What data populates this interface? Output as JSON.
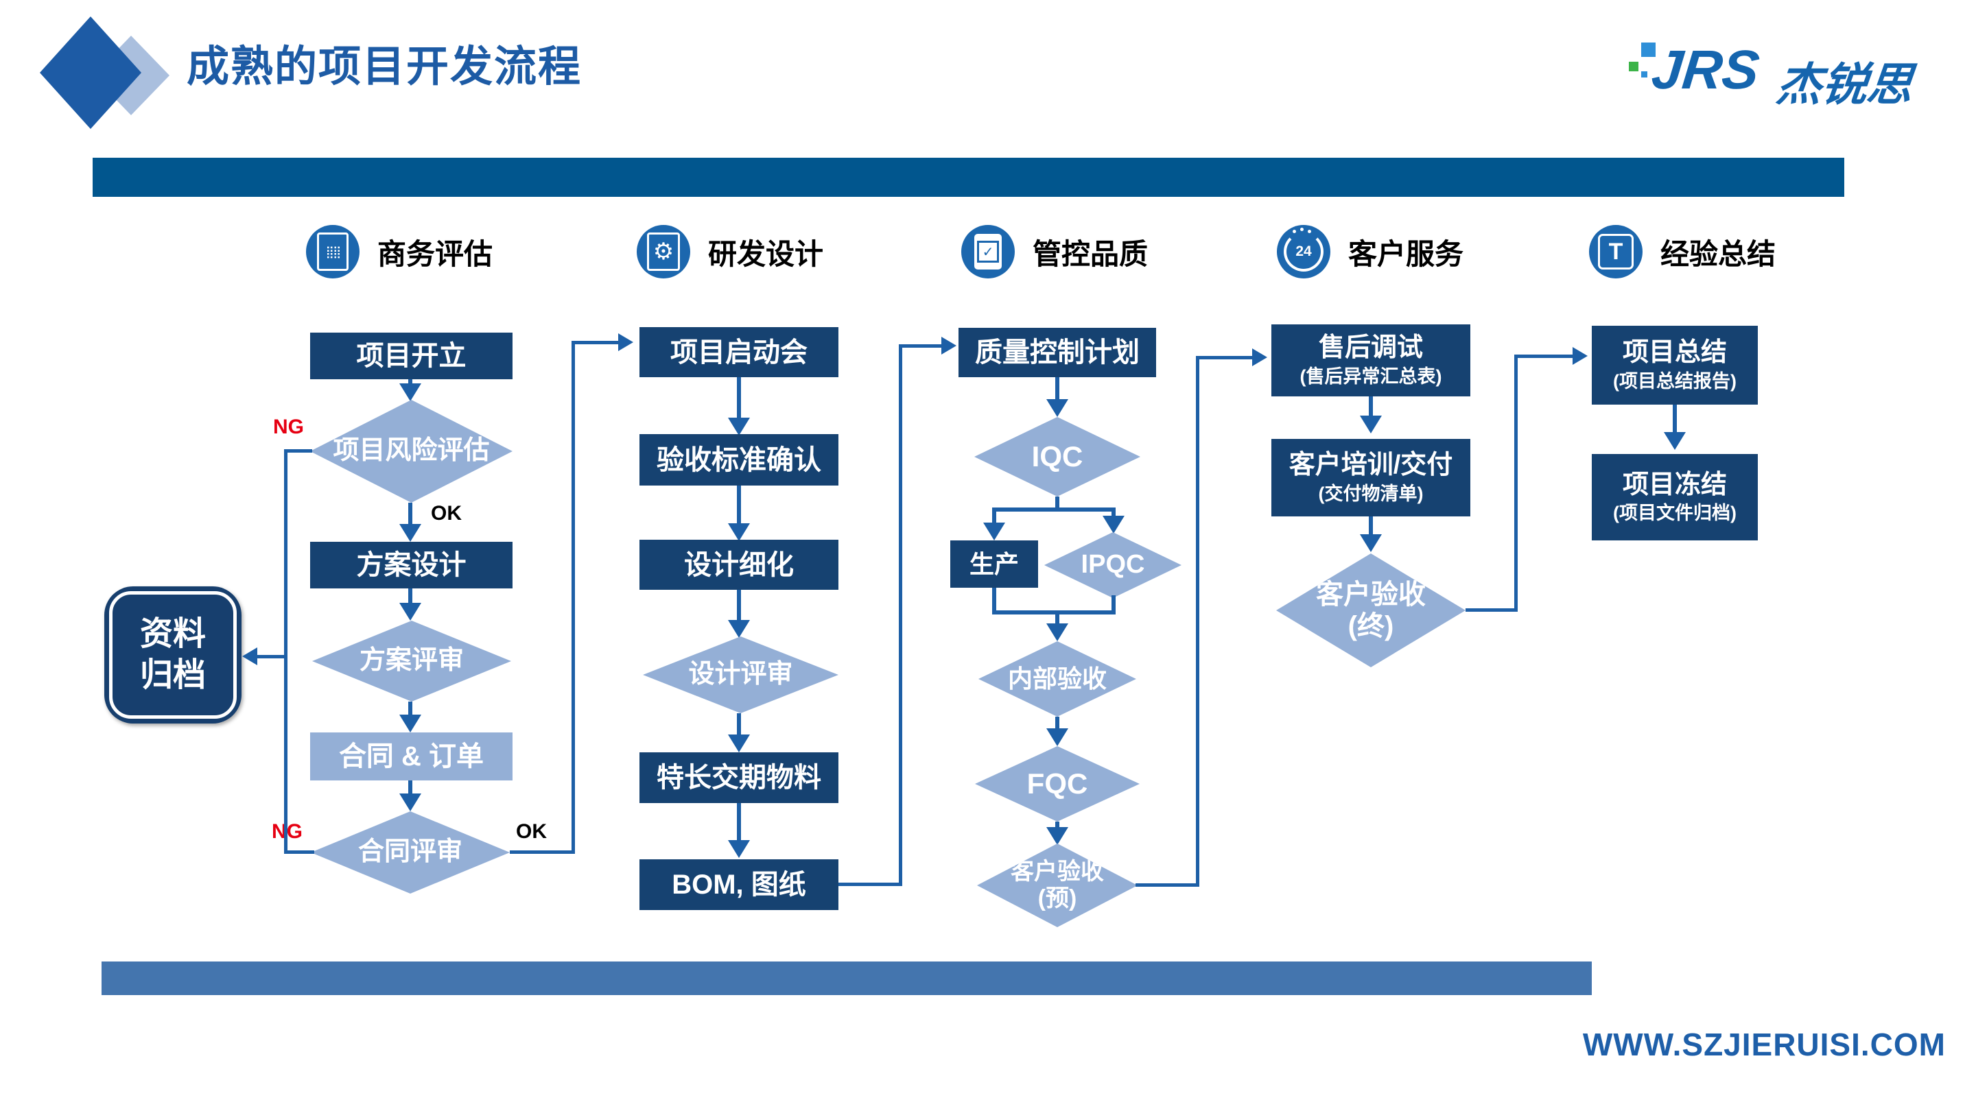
{
  "title": "成熟的项目开发流程",
  "logo": {
    "abbr": "JRS",
    "name": "杰锐思"
  },
  "stages": [
    {
      "label": "商务评估",
      "icon": "calculator-icon"
    },
    {
      "label": "研发设计",
      "icon": "gear-icon"
    },
    {
      "label": "管控品质",
      "icon": "quality-check-icon"
    },
    {
      "label": "客户服务",
      "icon": "service-24-icon"
    },
    {
      "label": "经验总结",
      "icon": "summary-text-icon"
    }
  ],
  "flow": {
    "business": {
      "project_initiation": "项目开立",
      "risk_assessment": "项目风险评估",
      "solution_design": "方案设计",
      "solution_review": "方案评审",
      "contract_order": "合同 & 订单",
      "contract_review": "合同评审"
    },
    "rnd": {
      "kickoff": "项目启动会",
      "acceptance_criteria": "验收标准确认",
      "design_detail": "设计细化",
      "design_review": "设计评审",
      "long_leadtime": "特长交期物料",
      "bom": "BOM, 图纸"
    },
    "quality": {
      "qc_plan": "质量控制计划",
      "iqc": "IQC",
      "production": "生产",
      "ipqc": "IPQC",
      "internal_acceptance": "内部验收",
      "fqc": "FQC",
      "customer_acceptance_pre_line1": "客户验收",
      "customer_acceptance_pre_line2": "(预)"
    },
    "service": {
      "after_sales": "售后调试",
      "after_sales_sub": "(售后异常汇总表)",
      "training": "客户培训/交付",
      "training_sub": "(交付物清单)",
      "customer_acceptance_final_line1": "客户验收",
      "customer_acceptance_final_line2": "(终)"
    },
    "summary": {
      "project_summary": "项目总结",
      "project_summary_sub": "(项目总结报告)",
      "project_freeze": "项目冻结",
      "project_freeze_sub": "(项目文件归档)"
    }
  },
  "archive": {
    "line1": "资料",
    "line2": "归档"
  },
  "labels": {
    "ng": "NG",
    "ok": "OK"
  },
  "icon_glyphs": {
    "abacus": "⣿⣿",
    "gear": "⚙",
    "check": "✓",
    "hours": "24",
    "text_tool": "T"
  },
  "footer": {
    "url": "WWW.SZJIERUISI.COM"
  },
  "colors": {
    "navy_box": "#164271",
    "light_blue": "#94afd6",
    "arrow_blue": "#1d5fa6",
    "top_bar": "#01568e",
    "bottom_bar": "#4475ae",
    "title_blue": "#1d5ba5",
    "logo_blue": "#1565ae",
    "logo_green": "#3cb449",
    "ng_red": "#e60012"
  }
}
